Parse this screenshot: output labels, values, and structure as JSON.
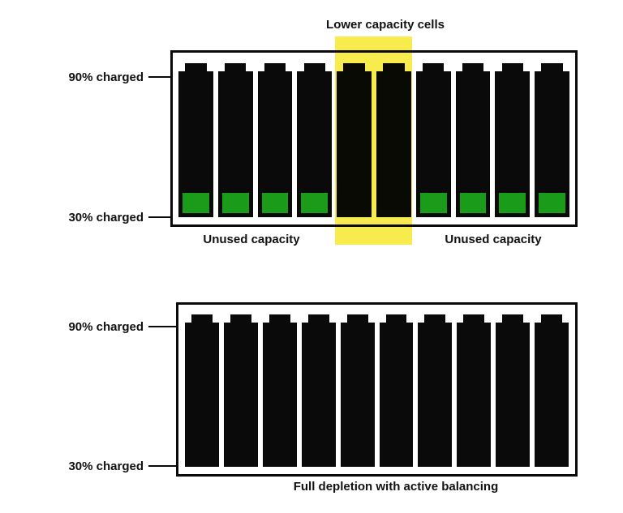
{
  "colors": {
    "battery_black": "#0a0a0a",
    "charge_green": "#1a9c1a",
    "highlight_yellow": "#f8eb4d",
    "background": "#ffffff"
  },
  "top_panel": {
    "heading": "Lower capacity cells",
    "axis_labels": {
      "upper": "90% charged",
      "lower": "30% charged"
    },
    "captions": {
      "left": "Unused capacity",
      "right": "Unused capacity"
    },
    "cells": [
      "charged",
      "charged",
      "charged",
      "charged",
      "depleted",
      "depleted",
      "charged",
      "charged",
      "charged",
      "charged"
    ],
    "highlighted_cells": [
      5,
      6
    ]
  },
  "bottom_panel": {
    "axis_labels": {
      "upper": "90% charged",
      "lower": "30% charged"
    },
    "caption": "Full depletion with active balancing",
    "cells": [
      "depleted",
      "depleted",
      "depleted",
      "depleted",
      "depleted",
      "depleted",
      "depleted",
      "depleted",
      "depleted",
      "depleted"
    ]
  }
}
